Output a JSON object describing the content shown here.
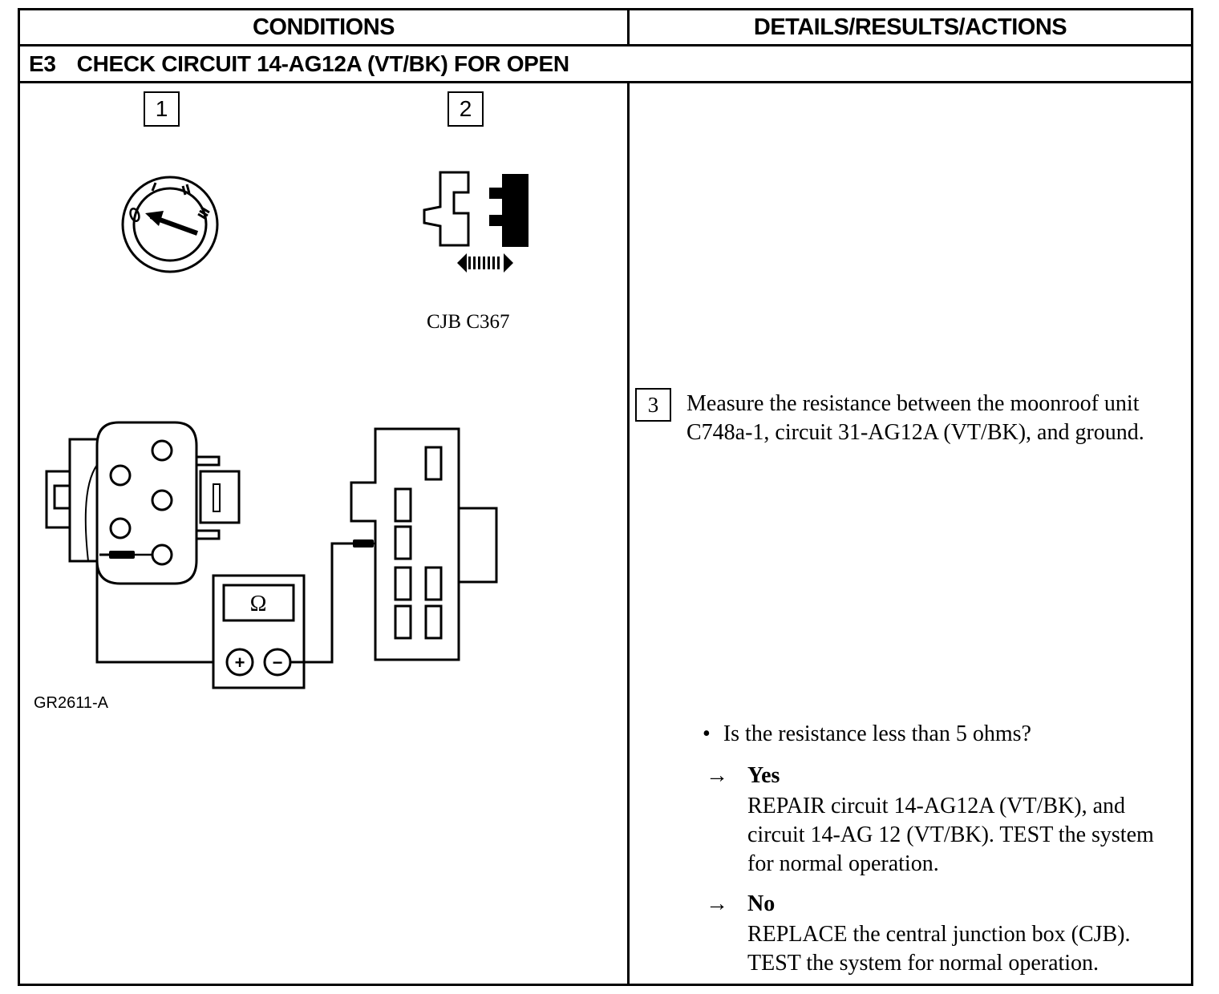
{
  "header": {
    "conditions": "CONDITIONS",
    "details": "DETAILS/RESULTS/ACTIONS"
  },
  "section": {
    "code": "E3",
    "title": "CHECK CIRCUIT 14-AG12A (VT/BK) FOR OPEN"
  },
  "steps": {
    "step1": "1",
    "step2": "2",
    "step3": "3"
  },
  "figure": {
    "ignition_icon": "ignition-switch-off-icon",
    "connector_icon": "connector-disconnect-icon",
    "connector_caption": "CJB C367",
    "meter_symbol": "Ω",
    "meter_plus": "+",
    "meter_minus": "−",
    "figure_id": "GR2611-A"
  },
  "instruction": "Measure the resistance between the moonroof unit C748a-1, circuit 31-AG12A (VT/BK), and ground.",
  "question": "Is the resistance less than 5 ohms?",
  "responses": {
    "arrow": "→",
    "yes_label": "Yes",
    "yes_action": "REPAIR circuit 14-AG12A (VT/BK), and circuit 14-AG 12 (VT/BK). TEST the system for normal operation.",
    "no_label": "No",
    "no_action": "REPLACE the central junction box (CJB). TEST the system for normal operation."
  }
}
